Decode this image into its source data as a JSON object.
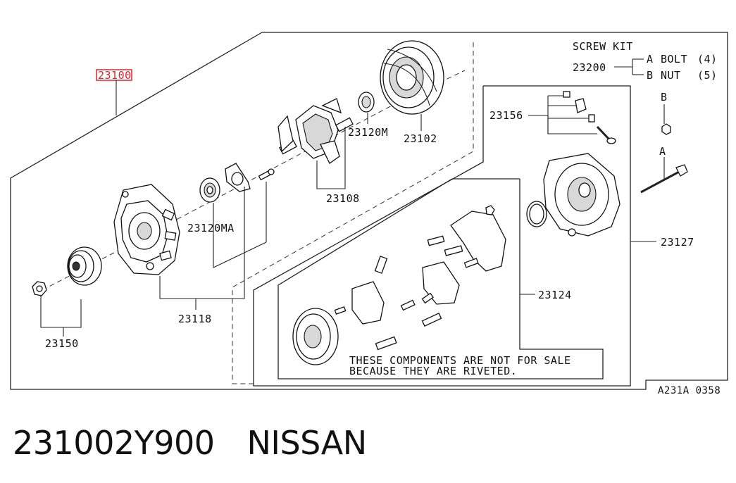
{
  "diagram": {
    "highlight_color": "#e0262b",
    "highlighted_part": "23100",
    "labels": {
      "p23102": "23102",
      "p23120m": "23120M",
      "p23108": "23108",
      "p23120ma": "23120MA",
      "p23118": "23118",
      "p23150": "23150",
      "p23156": "23156",
      "p23127": "23127",
      "p23124": "23124",
      "p23200": "23200"
    },
    "screw_kit": {
      "title": "SCREW KIT",
      "items": [
        {
          "letter": "A",
          "name": "BOLT",
          "qty": "(4)"
        },
        {
          "letter": "B",
          "name": "NUT",
          "qty": "(5)"
        }
      ]
    },
    "ref_a": "A",
    "ref_b": "B",
    "note_line1": "THESE COMPONENTS ARE NOT FOR SALE",
    "note_line2": "BECAUSE THEY ARE RIVETED.",
    "figure_code": "A231A 0358"
  },
  "caption": {
    "part_number": "231002Y900",
    "brand": "NISSAN"
  }
}
